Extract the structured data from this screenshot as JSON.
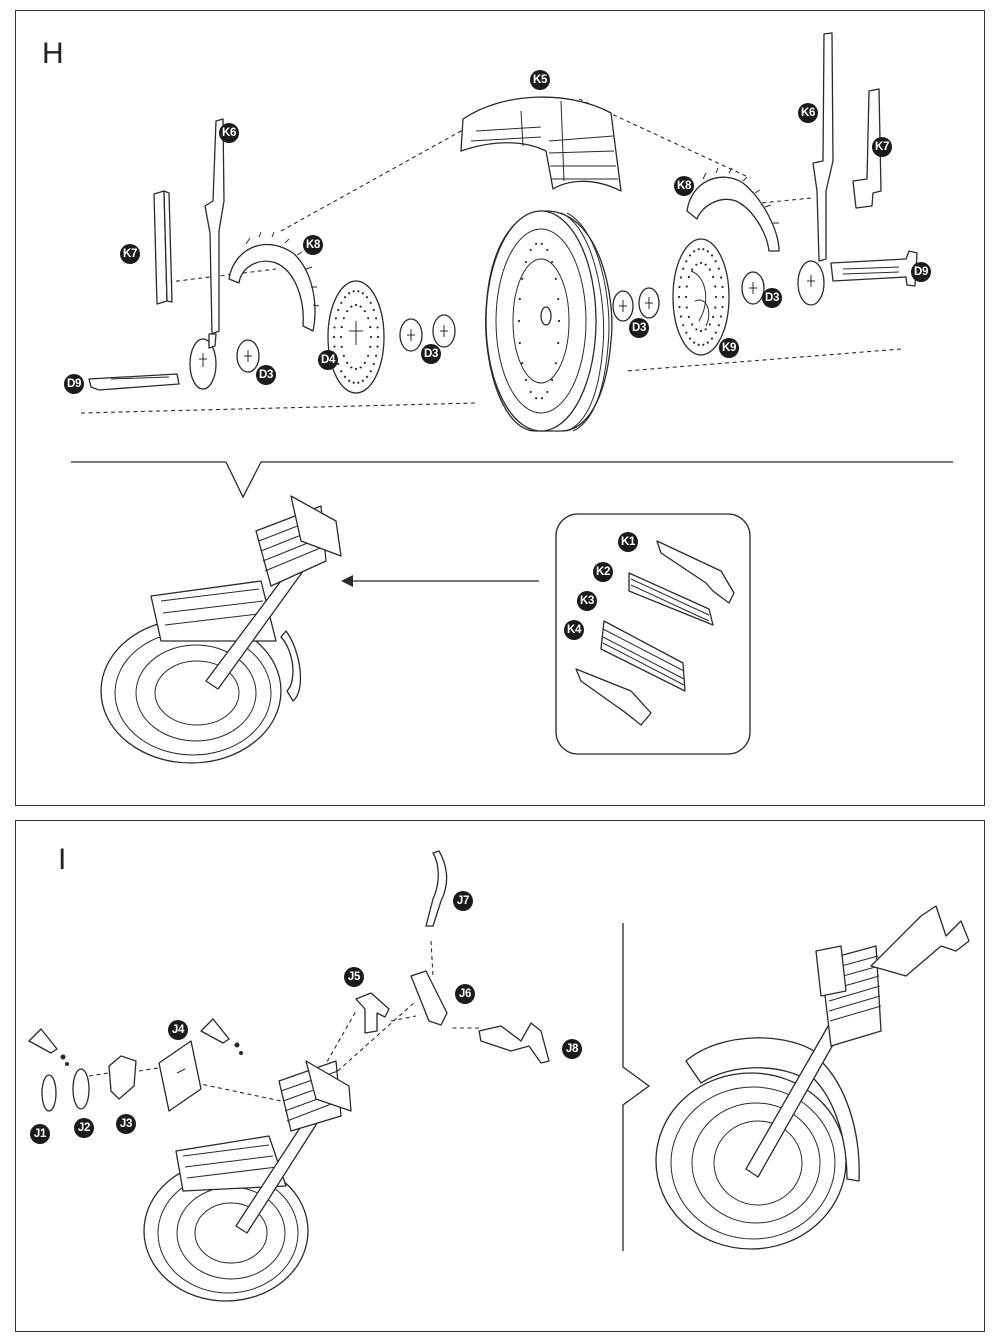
{
  "steps": {
    "h": "H",
    "i": "I"
  },
  "labels": {
    "K1": "K1",
    "K2": "K2",
    "K3": "K3",
    "K4": "K4",
    "K5": "K5",
    "K6": "K6",
    "K7": "K7",
    "K8": "K8",
    "K9": "K9",
    "D3": "D3",
    "D4": "D4",
    "D9": "D9",
    "J1": "J1",
    "J2": "J2",
    "J3": "J3",
    "J4": "J4",
    "J5": "J5",
    "J6": "J6",
    "J7": "J7",
    "J8": "J8"
  },
  "colors": {
    "ink": "#2a2a2a",
    "badge": "#1a1a1a",
    "paper": "#ffffff"
  }
}
